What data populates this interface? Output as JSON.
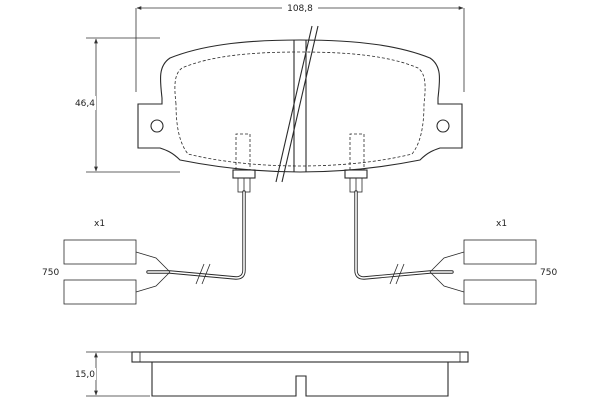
{
  "dimensions": {
    "width": "108,8",
    "height": "46,4",
    "thickness": "15,0"
  },
  "quantities": {
    "left": "x1",
    "right": "x1"
  },
  "cable_length": {
    "left": "750",
    "right": "750"
  },
  "colors": {
    "pad_fill": "#fbe9a4",
    "line": "#2a2a2a",
    "background": "#ffffff"
  }
}
